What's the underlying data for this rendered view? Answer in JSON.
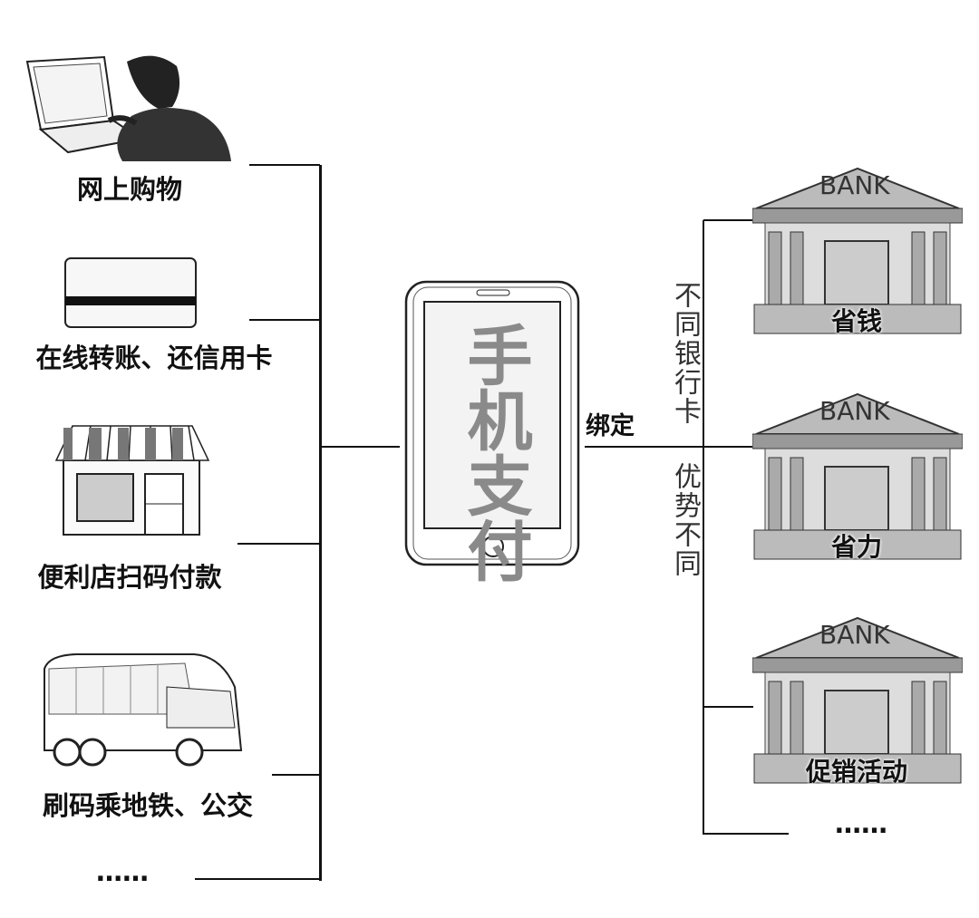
{
  "left_items": [
    {
      "label": "网上购物",
      "icon": "person-laptop-icon"
    },
    {
      "label": "在线转账、还信用卡",
      "icon": "bank-card-icon"
    },
    {
      "label": "便利店扫码付款",
      "icon": "store-icon"
    },
    {
      "label": "刷码乘地铁、公交",
      "icon": "bus-icon"
    },
    {
      "label": "……"
    }
  ],
  "phone": {
    "text": "手机支付",
    "icon": "smartphone-icon"
  },
  "bind_label": "绑定",
  "vertical_notes": {
    "top": "不同银行卡",
    "bottom": "优势不同"
  },
  "banks": [
    {
      "sign": "BANK",
      "label": "省钱"
    },
    {
      "sign": "BANK",
      "label": "省力"
    },
    {
      "sign": "BANK",
      "label": "促销活动"
    }
  ],
  "right_more": "……"
}
